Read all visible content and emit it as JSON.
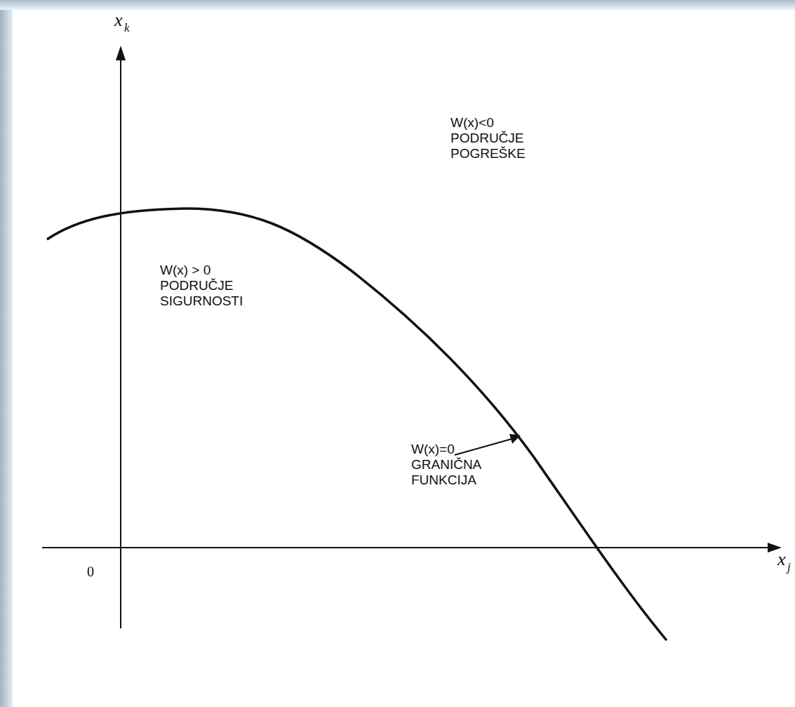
{
  "diagram": {
    "labels": [
      "x",
      "k",
      "x",
      "j",
      "0",
      "W(x)<0 PODRUČJE POGREŠKE",
      "W(x) > 0 PODRUČJE SIGURNOSTI",
      "W(x)=0 GRANIČNA FUNKCIJA"
    ]
  }
}
